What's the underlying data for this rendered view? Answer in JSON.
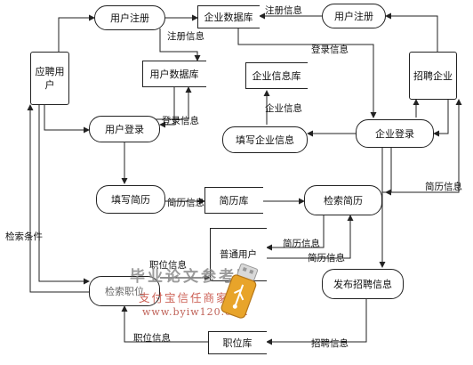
{
  "nodes": {
    "user_register": "用户注册",
    "enterprise_db": "企业数据库",
    "enterprise_register": "用户注册",
    "job_seeker": "应聘用户",
    "user_db": "用户数据库",
    "enterprise_info_store": "企业信息库",
    "recruiting_company": "招聘企业",
    "user_login": "用户登录",
    "fill_enterprise_info": "填写企业信息",
    "enterprise_login": "企业登录",
    "fill_resume": "填写简历",
    "resume_store": "简历库",
    "search_resume": "检索简历",
    "regular_user": "普通用户",
    "search_jobs": "检索职位",
    "post_job_info": "发布招聘信息",
    "job_store": "职位库"
  },
  "labels": {
    "reg_info_top": "注册信息",
    "reg_info_left": "注册信息",
    "login_info_right": "登录信息",
    "enterprise_info": "企业信息",
    "login_info_left": "登录信息",
    "resume_info_right": "简历信息",
    "resume_info_mid": "简历信息",
    "search_condition": "检索条件",
    "resume_info_a": "简历信息",
    "job_info_a": "职位信息",
    "resume_info_b": "简历信息",
    "job_info_b": "职位信息",
    "recruit_info": "招聘信息"
  },
  "watermark": {
    "title": "毕业论文参考网",
    "subtitle": "支付宝信任商家",
    "url": "www.byiw120.com"
  },
  "colors": {
    "line": "#222222",
    "watermark_title": "#8a8a8a",
    "watermark_red": "#c0392b",
    "usb_gold": "#e8a42a"
  }
}
